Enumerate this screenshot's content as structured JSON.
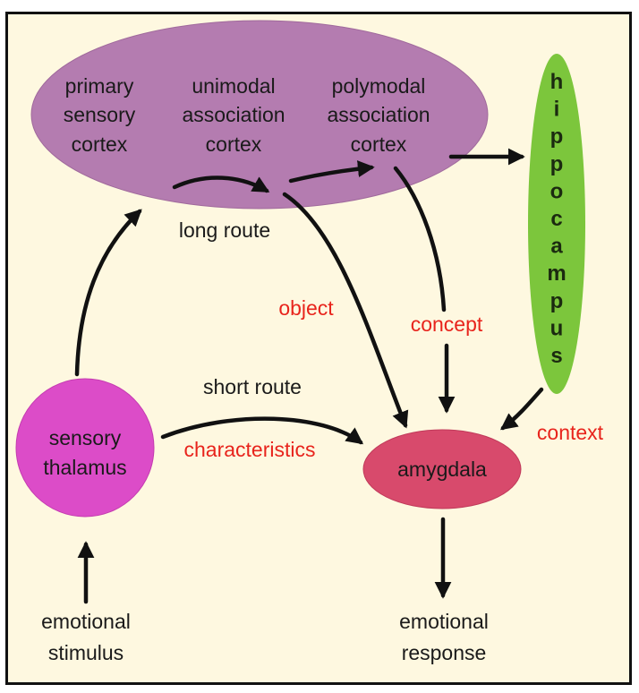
{
  "diagram": {
    "title": "Emotional processing pathways to the amygdala",
    "colors": {
      "background": "#fef8e0",
      "cortex": "#b47cb0",
      "hippocampus": "#7cc63c",
      "thalamus": "#dc4cc8",
      "amygdala": "#d84a6c",
      "red_label": "#e8241c",
      "arrow": "#111111"
    },
    "nodes": {
      "cortex_regions": [
        {
          "lines": [
            "primary",
            "sensory",
            "cortex"
          ]
        },
        {
          "lines": [
            "unimodal",
            "association",
            "cortex"
          ]
        },
        {
          "lines": [
            "polymodal",
            "association",
            "cortex"
          ]
        }
      ],
      "hippocampus": {
        "label": "hippocampus",
        "letters": [
          "h",
          "i",
          "p",
          "p",
          "o",
          "c",
          "a",
          "m",
          "p",
          "u",
          "s"
        ]
      },
      "thalamus": {
        "lines": [
          "sensory",
          "thalamus"
        ]
      },
      "amygdala": {
        "label": "amygdala"
      },
      "stimulus": {
        "lines": [
          "emotional",
          "stimulus"
        ]
      },
      "response": {
        "lines": [
          "emotional",
          "response"
        ]
      }
    },
    "route_labels": {
      "long_route": "long route",
      "short_route": "short route"
    },
    "pathway_labels": {
      "characteristics": "characteristics",
      "object": "object",
      "concept": "concept",
      "context": "context"
    },
    "edges": [
      {
        "from": "emotional stimulus",
        "to": "sensory thalamus"
      },
      {
        "from": "sensory thalamus",
        "to": "primary sensory cortex",
        "label": "long route"
      },
      {
        "from": "primary sensory cortex",
        "to": "unimodal association cortex"
      },
      {
        "from": "unimodal association cortex",
        "to": "polymodal association cortex"
      },
      {
        "from": "polymodal association cortex",
        "to": "hippocampus"
      },
      {
        "from": "sensory thalamus",
        "to": "amygdala",
        "label": "characteristics",
        "route": "short route"
      },
      {
        "from": "unimodal association cortex",
        "to": "amygdala",
        "label": "object"
      },
      {
        "from": "polymodal association cortex",
        "to": "amygdala",
        "label": "concept"
      },
      {
        "from": "hippocampus",
        "to": "amygdala",
        "label": "context"
      },
      {
        "from": "amygdala",
        "to": "emotional response"
      }
    ]
  }
}
